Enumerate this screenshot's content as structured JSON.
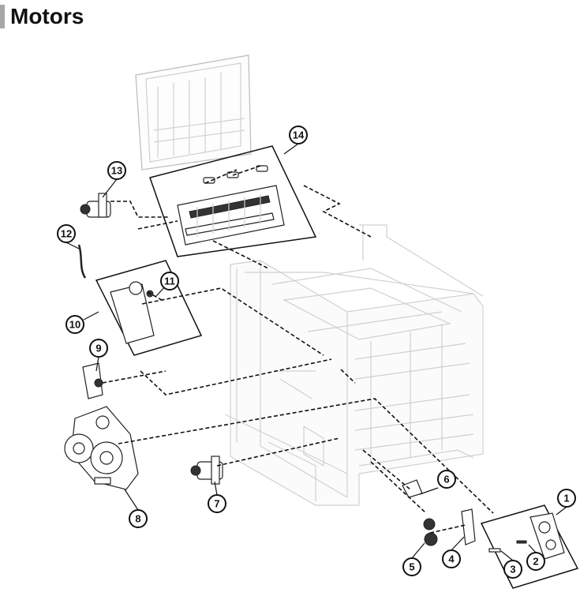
{
  "title": "Motors",
  "colors": {
    "title_bar": "#a6a6a6",
    "line": "#111111",
    "ghost_frame": "#d0d0d0"
  },
  "callouts": [
    {
      "id": "c1",
      "label": "1"
    },
    {
      "id": "c2",
      "label": "2"
    },
    {
      "id": "c3",
      "label": "3"
    },
    {
      "id": "c4",
      "label": "4"
    },
    {
      "id": "c5",
      "label": "5"
    },
    {
      "id": "c6",
      "label": "6"
    },
    {
      "id": "c7",
      "label": "7"
    },
    {
      "id": "c8",
      "label": "8"
    },
    {
      "id": "c9",
      "label": "9"
    },
    {
      "id": "c10",
      "label": "10"
    },
    {
      "id": "c11",
      "label": "11"
    },
    {
      "id": "c12",
      "label": "12"
    },
    {
      "id": "c13",
      "label": "13"
    },
    {
      "id": "c14",
      "label": "14"
    }
  ]
}
